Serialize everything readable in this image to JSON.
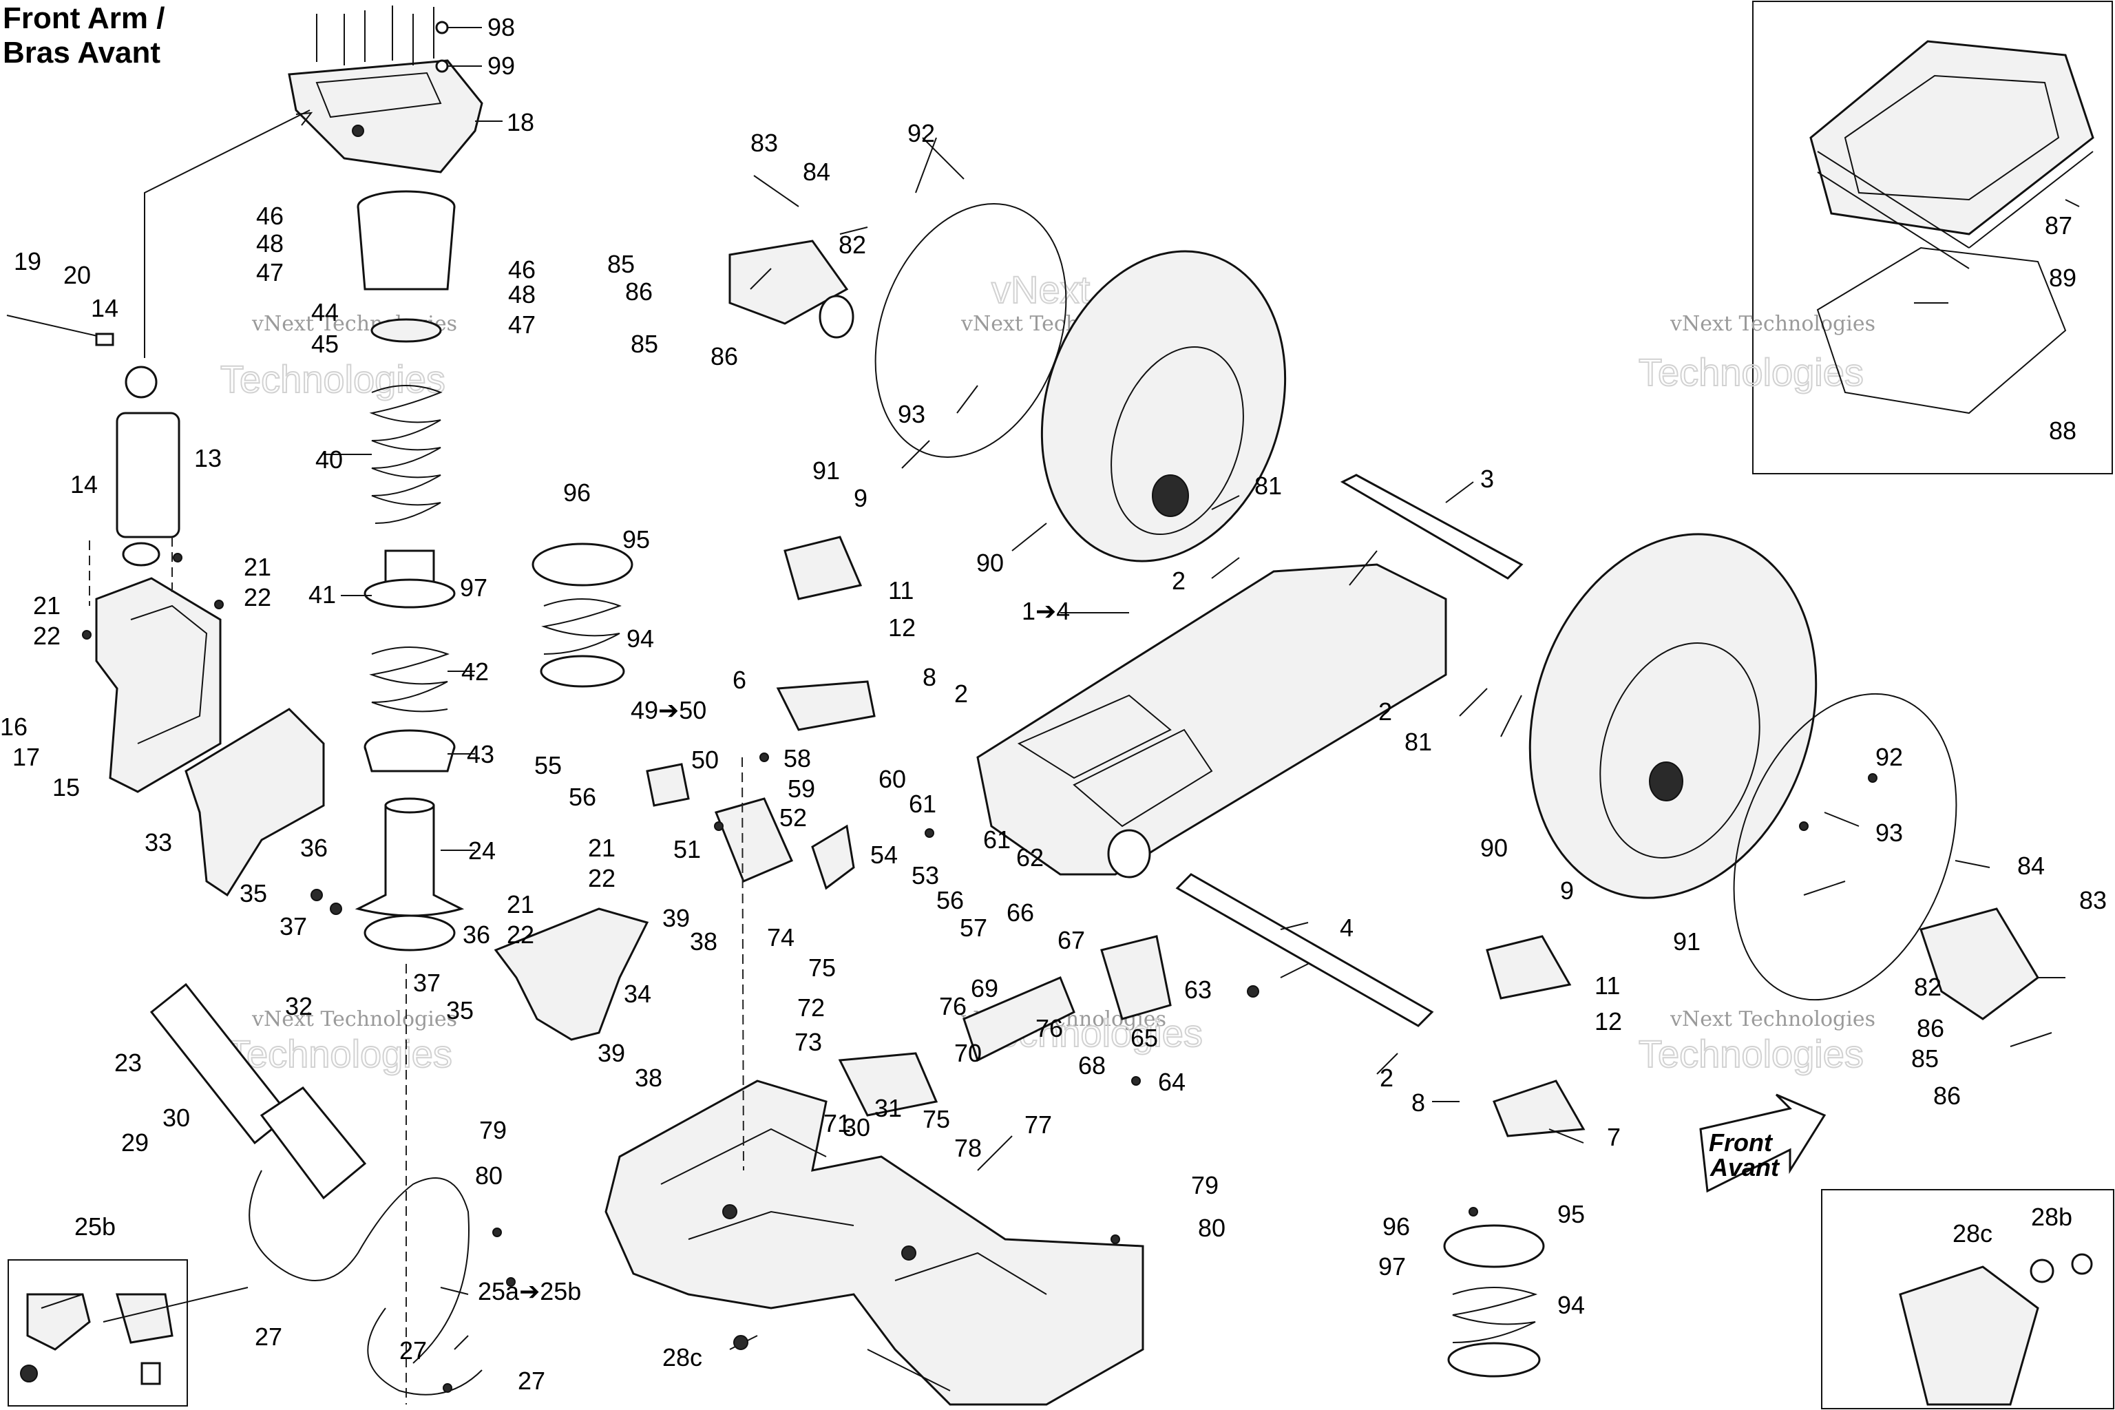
{
  "title": {
    "line1": "Front Arm /",
    "line2": "Bras Avant"
  },
  "watermark": {
    "company": "vNext Technologies",
    "word1": "vNext",
    "word2": "Technologies"
  },
  "direction_badge": {
    "line1": "Front",
    "line2": "Avant"
  },
  "callouts": {
    "c98": "98",
    "c99": "99",
    "c18": "18",
    "c46a": "46",
    "c48a": "48",
    "c47a": "47",
    "c46b": "46",
    "c48b": "48",
    "c47b": "47",
    "c44": "44",
    "c45": "45",
    "c19": "19",
    "c20": "20",
    "c14a": "14",
    "c13": "13",
    "c14b": "14",
    "c40": "40",
    "c41": "41",
    "c42": "42",
    "c43": "43",
    "c24": "24",
    "c21a": "21",
    "c22a": "22",
    "c21b": "21",
    "c22b": "22",
    "c16": "16",
    "c17": "17",
    "c15": "15",
    "c33": "33",
    "c36a": "36",
    "c35a": "35",
    "c37a": "37",
    "c96a": "96",
    "c95a": "95",
    "c97a": "97",
    "c94a": "94",
    "c83a": "83",
    "c84a": "84",
    "c82a": "82",
    "c85a": "85",
    "c86a": "86",
    "c85b": "85",
    "c86b": "86",
    "c92a": "92",
    "c93a": "93",
    "c91a": "91",
    "c90a": "90",
    "c81a": "81",
    "c2a": "2",
    "c3": "3",
    "c9a": "9",
    "c11a": "11",
    "c12a": "12",
    "c6": "6",
    "c8a": "8",
    "c2b": "2",
    "c1to4": "1➔4",
    "c87": "87",
    "c89": "89",
    "c88": "88",
    "c2c": "2",
    "c81b": "81",
    "c92b": "92",
    "c93b": "93",
    "c90b": "90",
    "c91b": "91",
    "c84b": "84",
    "c83b": "83",
    "c82b": "82",
    "c86c": "86",
    "c85c": "85",
    "c86d": "86",
    "c49to50": "49➔50",
    "c55": "55",
    "c56a": "56",
    "c50": "50",
    "c58": "58",
    "c59": "59",
    "c51": "51",
    "c52": "52",
    "c60": "60",
    "c61a": "61",
    "c61b": "61",
    "c62": "62",
    "c54": "54",
    "c53": "53",
    "c56b": "56",
    "c57": "57",
    "c21c": "21",
    "c22c": "22",
    "c21d": "21",
    "c22d": "22",
    "c39a": "39",
    "c38a": "38",
    "c34": "34",
    "c36b": "36",
    "c37b": "37",
    "c35b": "35",
    "c39b": "39",
    "c38b": "38",
    "c74": "74",
    "c75a": "75",
    "c66": "66",
    "c67": "67",
    "c63": "63",
    "c76a": "76",
    "c69": "69",
    "c72": "72",
    "c73": "73",
    "c76b": "76",
    "c70": "70",
    "c65": "65",
    "c68": "68",
    "c64": "64",
    "c71": "71",
    "c75b": "75",
    "c77": "77",
    "c78": "78",
    "c4": "4",
    "c9b": "9",
    "c11b": "11",
    "c12b": "12",
    "c2d": "2",
    "c8b": "8",
    "c7": "7",
    "c32": "32",
    "c23": "23",
    "c30a": "30",
    "c29": "29",
    "c31": "31",
    "c30b": "30",
    "c79a": "79",
    "c80a": "80",
    "c79b": "79",
    "c80b": "80",
    "c25b": "25b",
    "c25a": "25a➔25b",
    "c27a": "27",
    "c27b": "27",
    "c27c": "27",
    "c28c": "28c",
    "c96b": "96",
    "c95b": "95",
    "c97b": "97",
    "c94b": "94",
    "c28b": "28b",
    "c28c2": "28c"
  }
}
